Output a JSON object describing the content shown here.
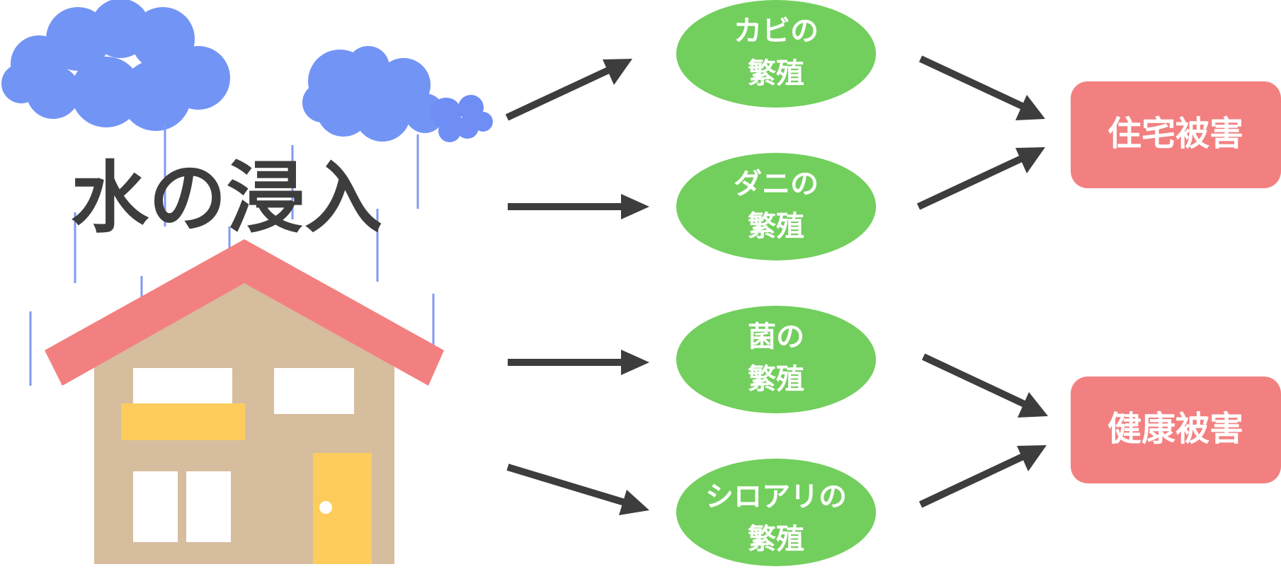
{
  "title": "水の浸入",
  "nodes": [
    {
      "id": "mold",
      "line1": "カビの",
      "line2": "繁殖"
    },
    {
      "id": "mite",
      "line1": "ダニの",
      "line2": "繁殖"
    },
    {
      "id": "bacteria",
      "line1": "菌の",
      "line2": "繁殖"
    },
    {
      "id": "termite",
      "line1": "シロアリの",
      "line2": "繁殖"
    }
  ],
  "outcomes": [
    {
      "id": "house-damage",
      "label": "住宅被害"
    },
    {
      "id": "health-damage",
      "label": "健康被害"
    }
  ],
  "colors": {
    "cloud": "#7294f5",
    "rain": "#7f9af0",
    "roof": "#f38080",
    "house_wall": "#d6bd9e",
    "window": "#ffffff",
    "balcony": "#fdcc5c",
    "door": "#fdcc5c",
    "node_fill": "#72cf5d",
    "outcome_fill": "#f38080",
    "arrow": "#3d3d3d",
    "title_text": "#3d3d3d"
  },
  "icons": [
    "cloud-icon",
    "house-icon",
    "raindrop-lines"
  ]
}
